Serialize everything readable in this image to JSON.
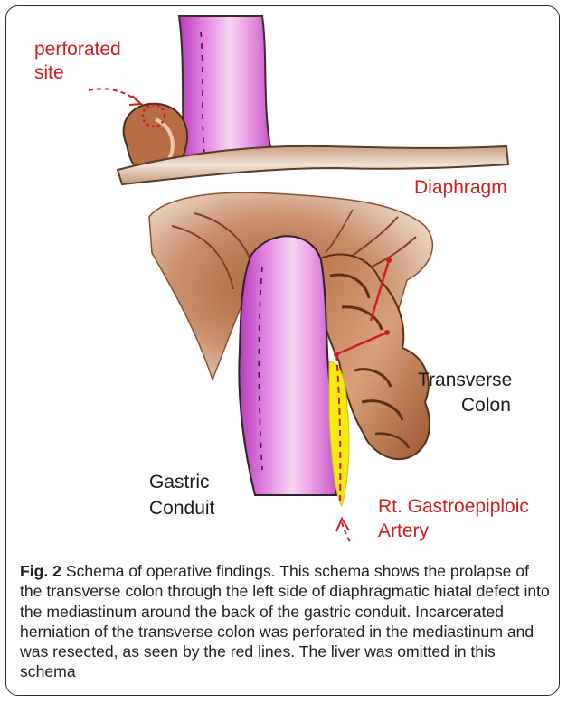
{
  "labels": {
    "perforated_line1": "perforated",
    "perforated_line2": "site",
    "diaphragm": "Diaphragm",
    "transverse_line1": "Transverse",
    "transverse_line2": "Colon",
    "gastric_line1": "Gastric",
    "gastric_line2": "Conduit",
    "artery_line1": "Rt. Gastroepiploic",
    "artery_line2": "Artery"
  },
  "caption": {
    "fig_label": "Fig. 2",
    "text": " Schema of operative findings. This schema shows the prolapse of the transverse colon through the left side of diaphragmatic hiatal defect into the mediastinum around the back of the gastric conduit. Incarcerated herniation of the transverse colon was perforated in the mediastinum and was resected, as seen by the red lines. The liver was omitted in this schema"
  },
  "colors": {
    "label_red": "#d01d1d",
    "conduit_magenta": "#d75fd6",
    "colon_brown": "#a8643e",
    "diaphragm_tan": "#d8b89c",
    "artery_yellow": "#f4ea12"
  }
}
